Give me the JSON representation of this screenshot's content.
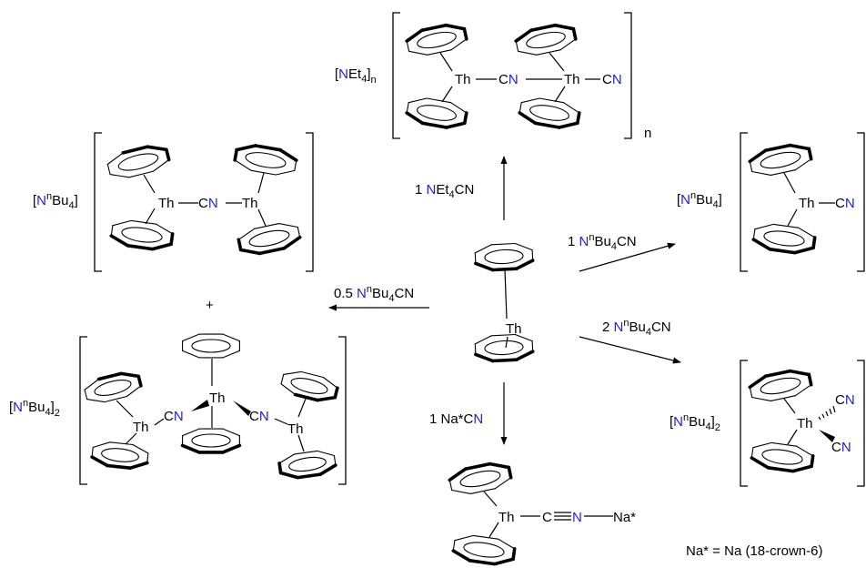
{
  "colors": {
    "nitrogen": "#1f1fd6",
    "black": "#000000"
  },
  "center": {
    "metal": "Th"
  },
  "reagents": {
    "top": {
      "pre": "1 ",
      "n": "N",
      "post": "Et",
      "sub": "4",
      "tail": "CN"
    },
    "right_upper": {
      "pre": "1 ",
      "n": "N",
      "sup": "n",
      "post": "Bu",
      "sub": "4",
      "tail": "CN"
    },
    "right_lower": {
      "pre": "2 ",
      "n": "N",
      "sup": "n",
      "post": "Bu",
      "sub": "4",
      "tail": "CN"
    },
    "left": {
      "pre": "0.5 ",
      "n": "N",
      "sup": "n",
      "post": "Bu",
      "sub": "4",
      "tail": "CN"
    },
    "bottom": {
      "pre": "1 Na*C",
      "n": "N"
    }
  },
  "products": {
    "top": {
      "counterion": {
        "open": "[",
        "n": "N",
        "post": "Et",
        "sub": "4",
        "close": "]",
        "subscript": "n"
      },
      "th1": "Th",
      "th2": "Th",
      "c1": "C",
      "n1": "N",
      "c2": "C",
      "n2": "N",
      "repeat": "n"
    },
    "left_upper": {
      "counterion": {
        "open": "[",
        "n": "N",
        "sup": "n",
        "post": "Bu",
        "sub": "4",
        "close": "]"
      },
      "th1": "Th",
      "c": "C",
      "n": "N",
      "th2": "Th"
    },
    "plus": "+",
    "left_lower": {
      "counterion": {
        "open": "[",
        "n": "N",
        "sup": "n",
        "post": "Bu",
        "sub": "4",
        "close": "]",
        "subscript": "2"
      },
      "th_left": "Th",
      "th_center": "Th",
      "th_right": "Th",
      "c1": "C",
      "n1": "N",
      "c2": "C",
      "n2": "N"
    },
    "right_upper": {
      "counterion": {
        "open": "[",
        "n": "N",
        "sup": "n",
        "post": "Bu",
        "sub": "4",
        "close": "]"
      },
      "th": "Th",
      "c": "C",
      "n": "N"
    },
    "right_lower": {
      "counterion": {
        "open": "[",
        "n": "N",
        "sup": "n",
        "post": "Bu",
        "sub": "4",
        "close": "]",
        "subscript": "2"
      },
      "th": "Th",
      "c1": "C",
      "n1": "N",
      "c2": "C",
      "n2": "N"
    },
    "bottom": {
      "th": "Th",
      "c": "C",
      "n": "N",
      "na": "Na*"
    }
  },
  "footnote": "Na* = Na (18-crown-6)"
}
